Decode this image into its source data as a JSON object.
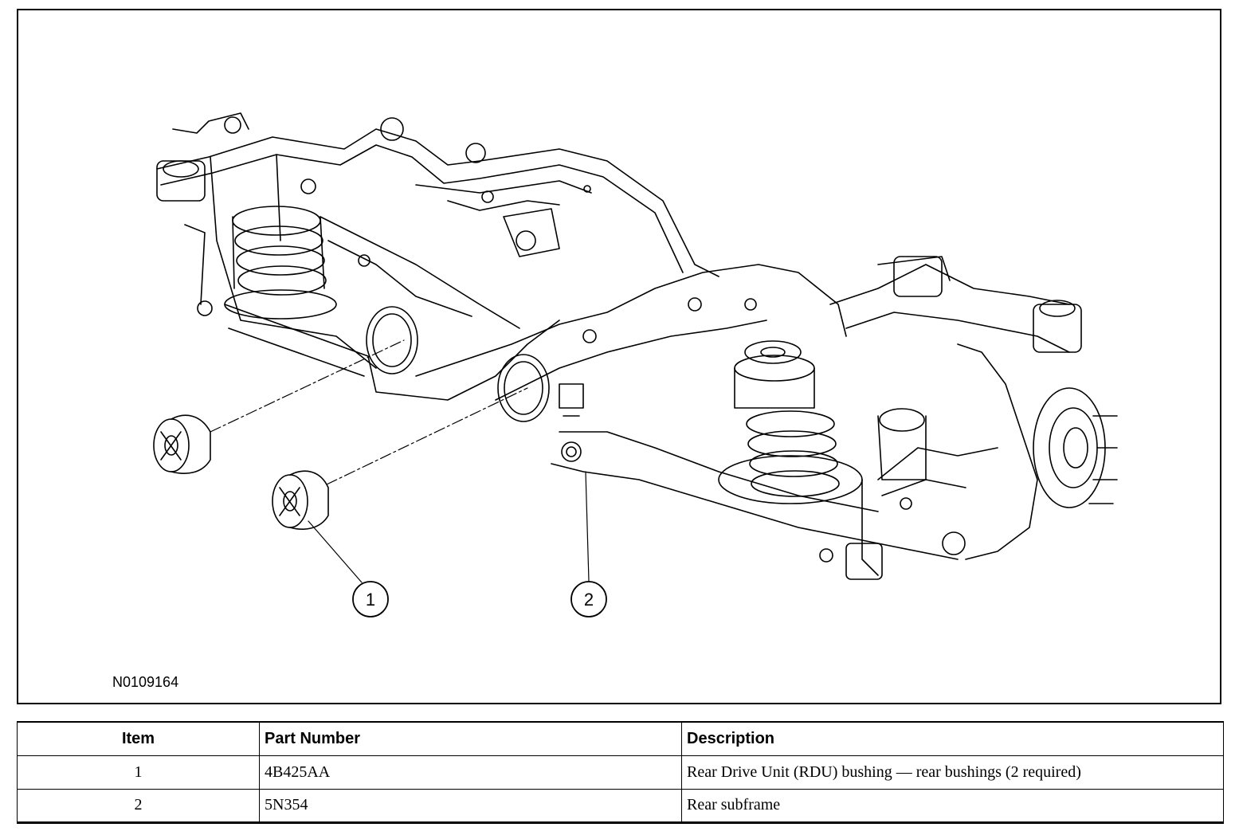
{
  "figure": {
    "id": "N0109164",
    "callouts": [
      {
        "number": "1"
      },
      {
        "number": "2"
      }
    ]
  },
  "table": {
    "headers": {
      "item": "Item",
      "part_number": "Part Number",
      "description": "Description"
    },
    "rows": [
      {
        "item": "1",
        "part_number": "4B425AA",
        "description": "Rear Drive Unit (RDU) bushing — rear bushings (2 required)"
      },
      {
        "item": "2",
        "part_number": "5N354",
        "description": "Rear subframe"
      }
    ]
  }
}
